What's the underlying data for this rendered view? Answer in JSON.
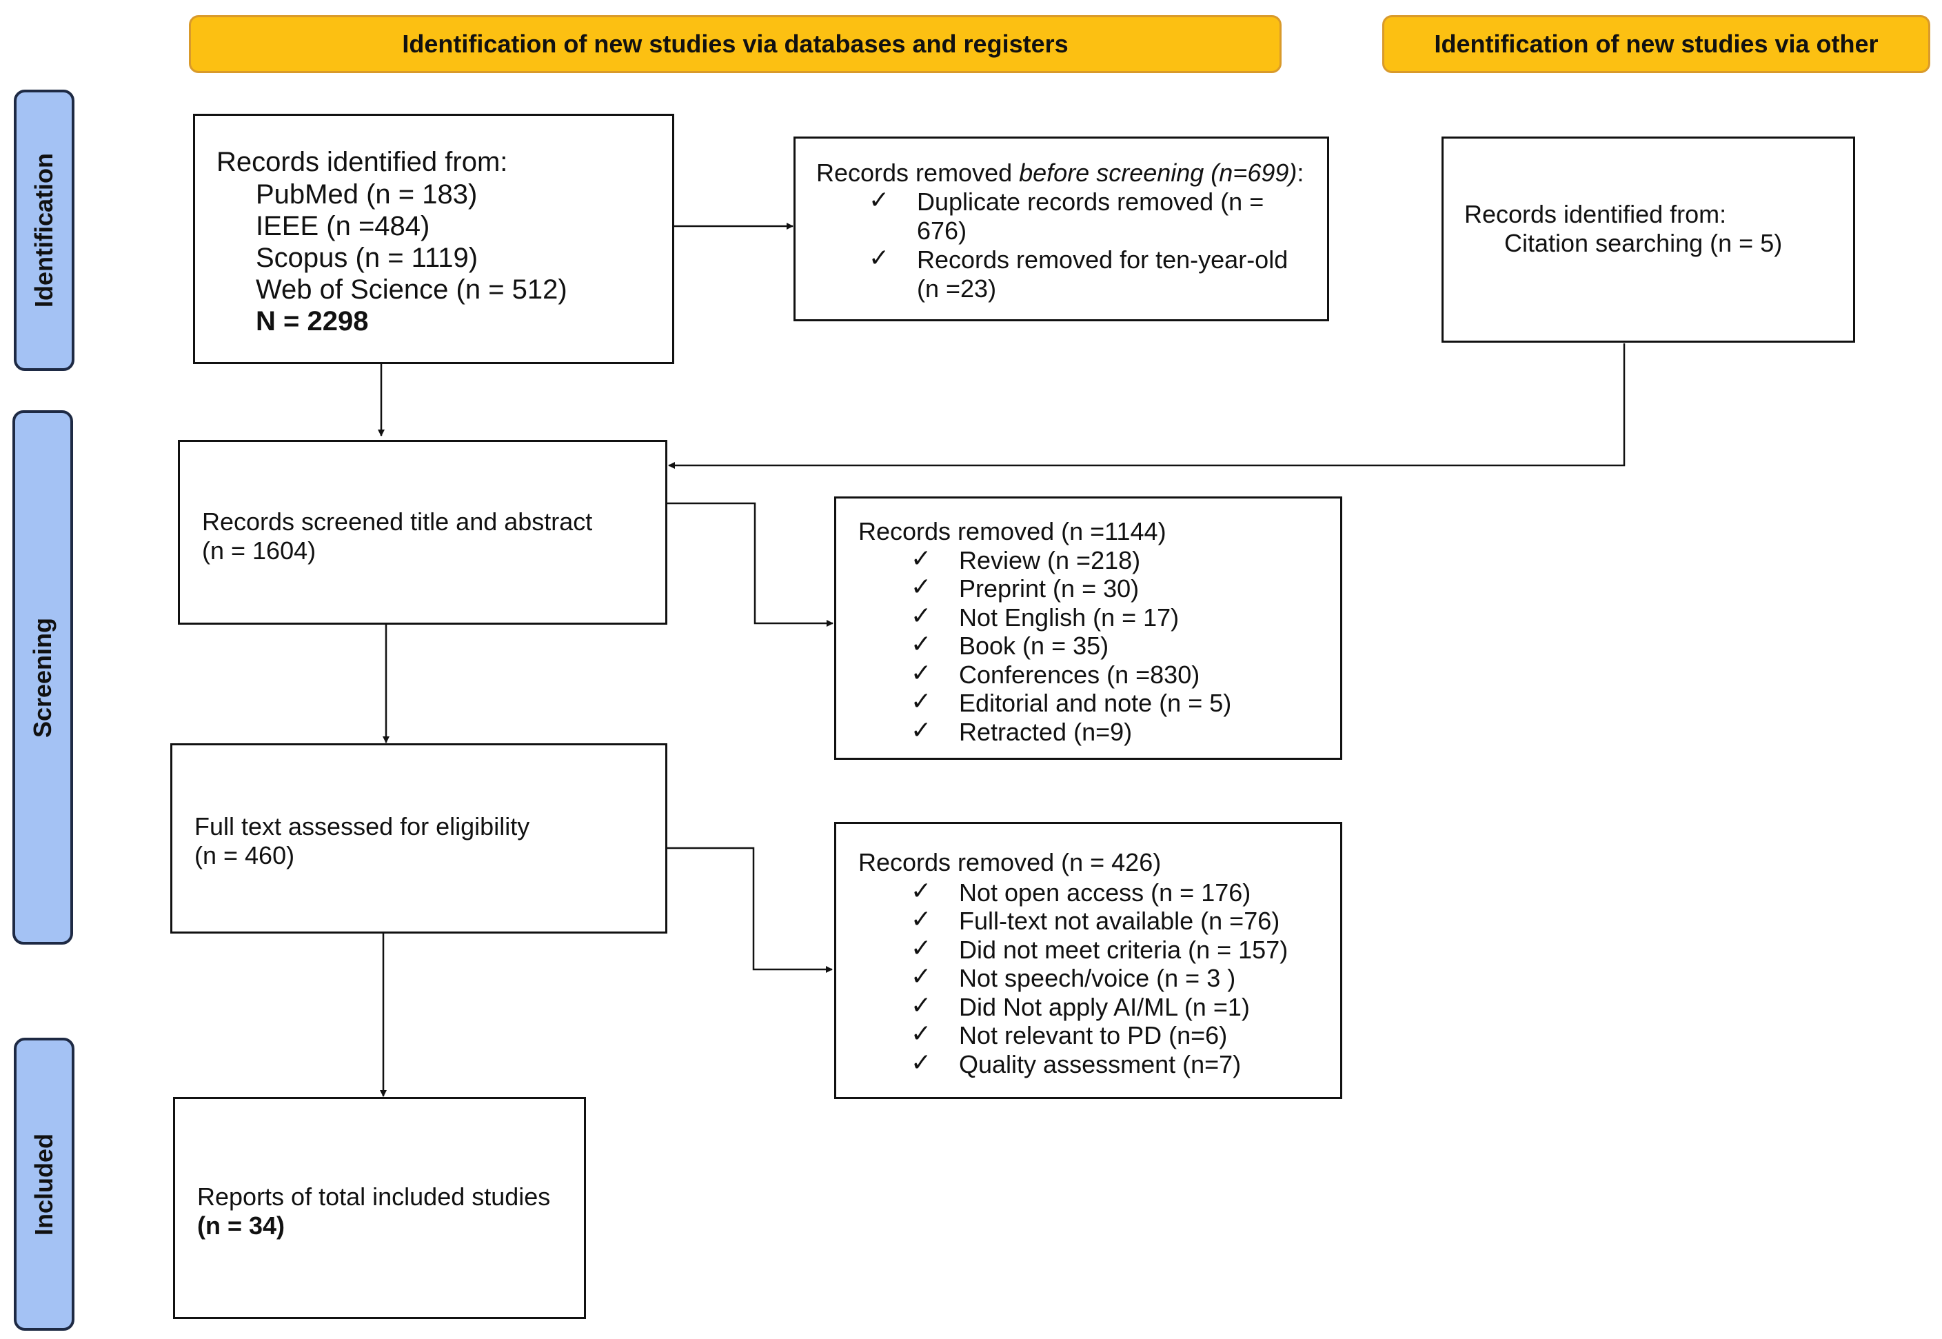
{
  "headers": {
    "databases": "Identification of new studies via databases and registers",
    "other": "Identification of new studies via other"
  },
  "stages": {
    "identification": "Identification",
    "screening": "Screening",
    "included": "Included"
  },
  "records_identified": {
    "heading": "Records identified from:",
    "lines": [
      "PubMed (n = 183)",
      "IEEE (n =484)",
      "Scopus (n = 1119)",
      "Web of Science (n = 512)"
    ],
    "total": "N = 2298"
  },
  "removed_before": {
    "heading_a": "Records removed ",
    "heading_b": "before screening (n=699)",
    "heading_c": ":",
    "items": [
      [
        "Duplicate records removed (n =",
        "676)"
      ],
      [
        "Records removed for ten-year-old",
        "(n =23)"
      ]
    ]
  },
  "other_identified": {
    "heading": "Records identified from:",
    "line": "Citation searching (n = 5)"
  },
  "screened": {
    "line1": "Records screened title and abstract",
    "line2": "(n = 1604)"
  },
  "removed_screening": {
    "heading": "Records removed (n =1144)",
    "items": [
      "Review (n =218)",
      "Preprint (n = 30)",
      "Not English (n = 17)",
      "Book (n = 35)",
      "Conferences (n =830)",
      "Editorial and note (n = 5)",
      "Retracted (n=9)"
    ]
  },
  "full_text": {
    "line1": "Full text assessed for eligibility",
    "line2": "(n = 460)"
  },
  "removed_fulltext": {
    "heading": "Records removed (n = 426)",
    "items": [
      "Not open access (n = 176)",
      "Full-text not available (n =76)",
      "Did not meet criteria (n = 157)",
      "Not speech/voice (n = 3 )",
      "Did Not apply AI/ML (n =1)",
      "Not relevant to PD (n=6)",
      "Quality assessment (n=7)"
    ]
  },
  "included": {
    "line1": "Reports of total included studies",
    "line2": "(n = 34)"
  },
  "check_glyph": "✓",
  "colors": {
    "header_fill": "#fcc012",
    "stage_fill": "#a4c2f4"
  }
}
